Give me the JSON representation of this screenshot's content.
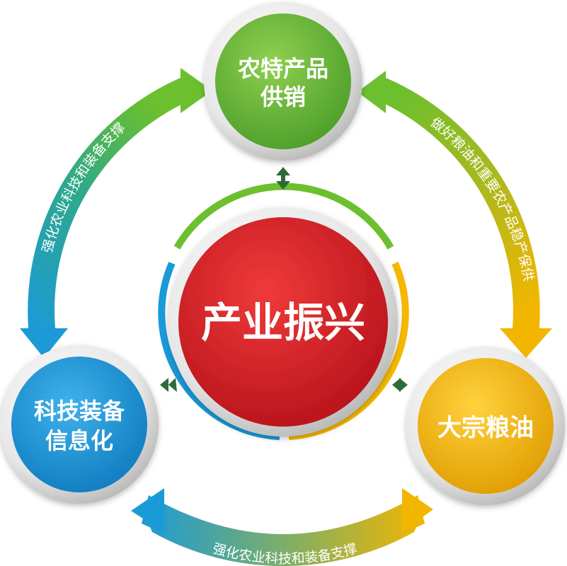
{
  "center": {
    "label": "产业振兴",
    "color": "#d7151b"
  },
  "nodes": {
    "top": {
      "line1": "农特产品",
      "line2": "供销",
      "color": "#5fb534"
    },
    "left": {
      "line1": "科技装备",
      "line2": "信息化",
      "color": "#1591d5"
    },
    "right": {
      "line1": "大宗粮油",
      "color": "#f2b400"
    }
  },
  "arcs": {
    "left": "强化农业科技和装备支撑",
    "right": "做好粮油和重要农产品稳产保供",
    "bottom": "强化农业科技和装备支撑"
  },
  "colors": {
    "green": "#6cbf2e",
    "blue": "#1a9ad9",
    "yellow": "#f4b800",
    "olive": "#b7bb1c",
    "teal": "#32a88a",
    "connector": "#2e6b3a"
  }
}
